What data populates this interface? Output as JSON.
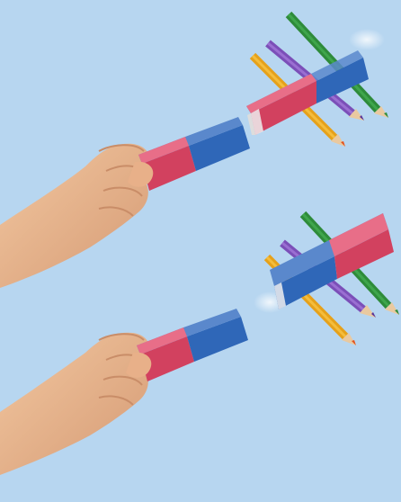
{
  "image": {
    "kind": "illustration",
    "panels": [
      {
        "id": "top",
        "held_magnet_pole_near_hand": "S",
        "held_magnet_pole_toward_target": "N",
        "target_magnet_pole_toward_hand": "S",
        "pencil_colors": [
          "#2e8b3a",
          "#7b4fb8",
          "#e6a11a"
        ]
      },
      {
        "id": "bottom",
        "held_magnet_pole_near_hand": "S",
        "held_magnet_pole_toward_target": "N",
        "target_magnet_pole_toward_hand": "N",
        "pencil_colors": [
          "#2e8b3a",
          "#7b4fb8",
          "#e6a11a"
        ]
      }
    ]
  },
  "colors": {
    "background": "#b7d6f0",
    "magnet_red": "#d2415f",
    "magnet_blue": "#2f67b8",
    "skin": "#e8b089"
  }
}
